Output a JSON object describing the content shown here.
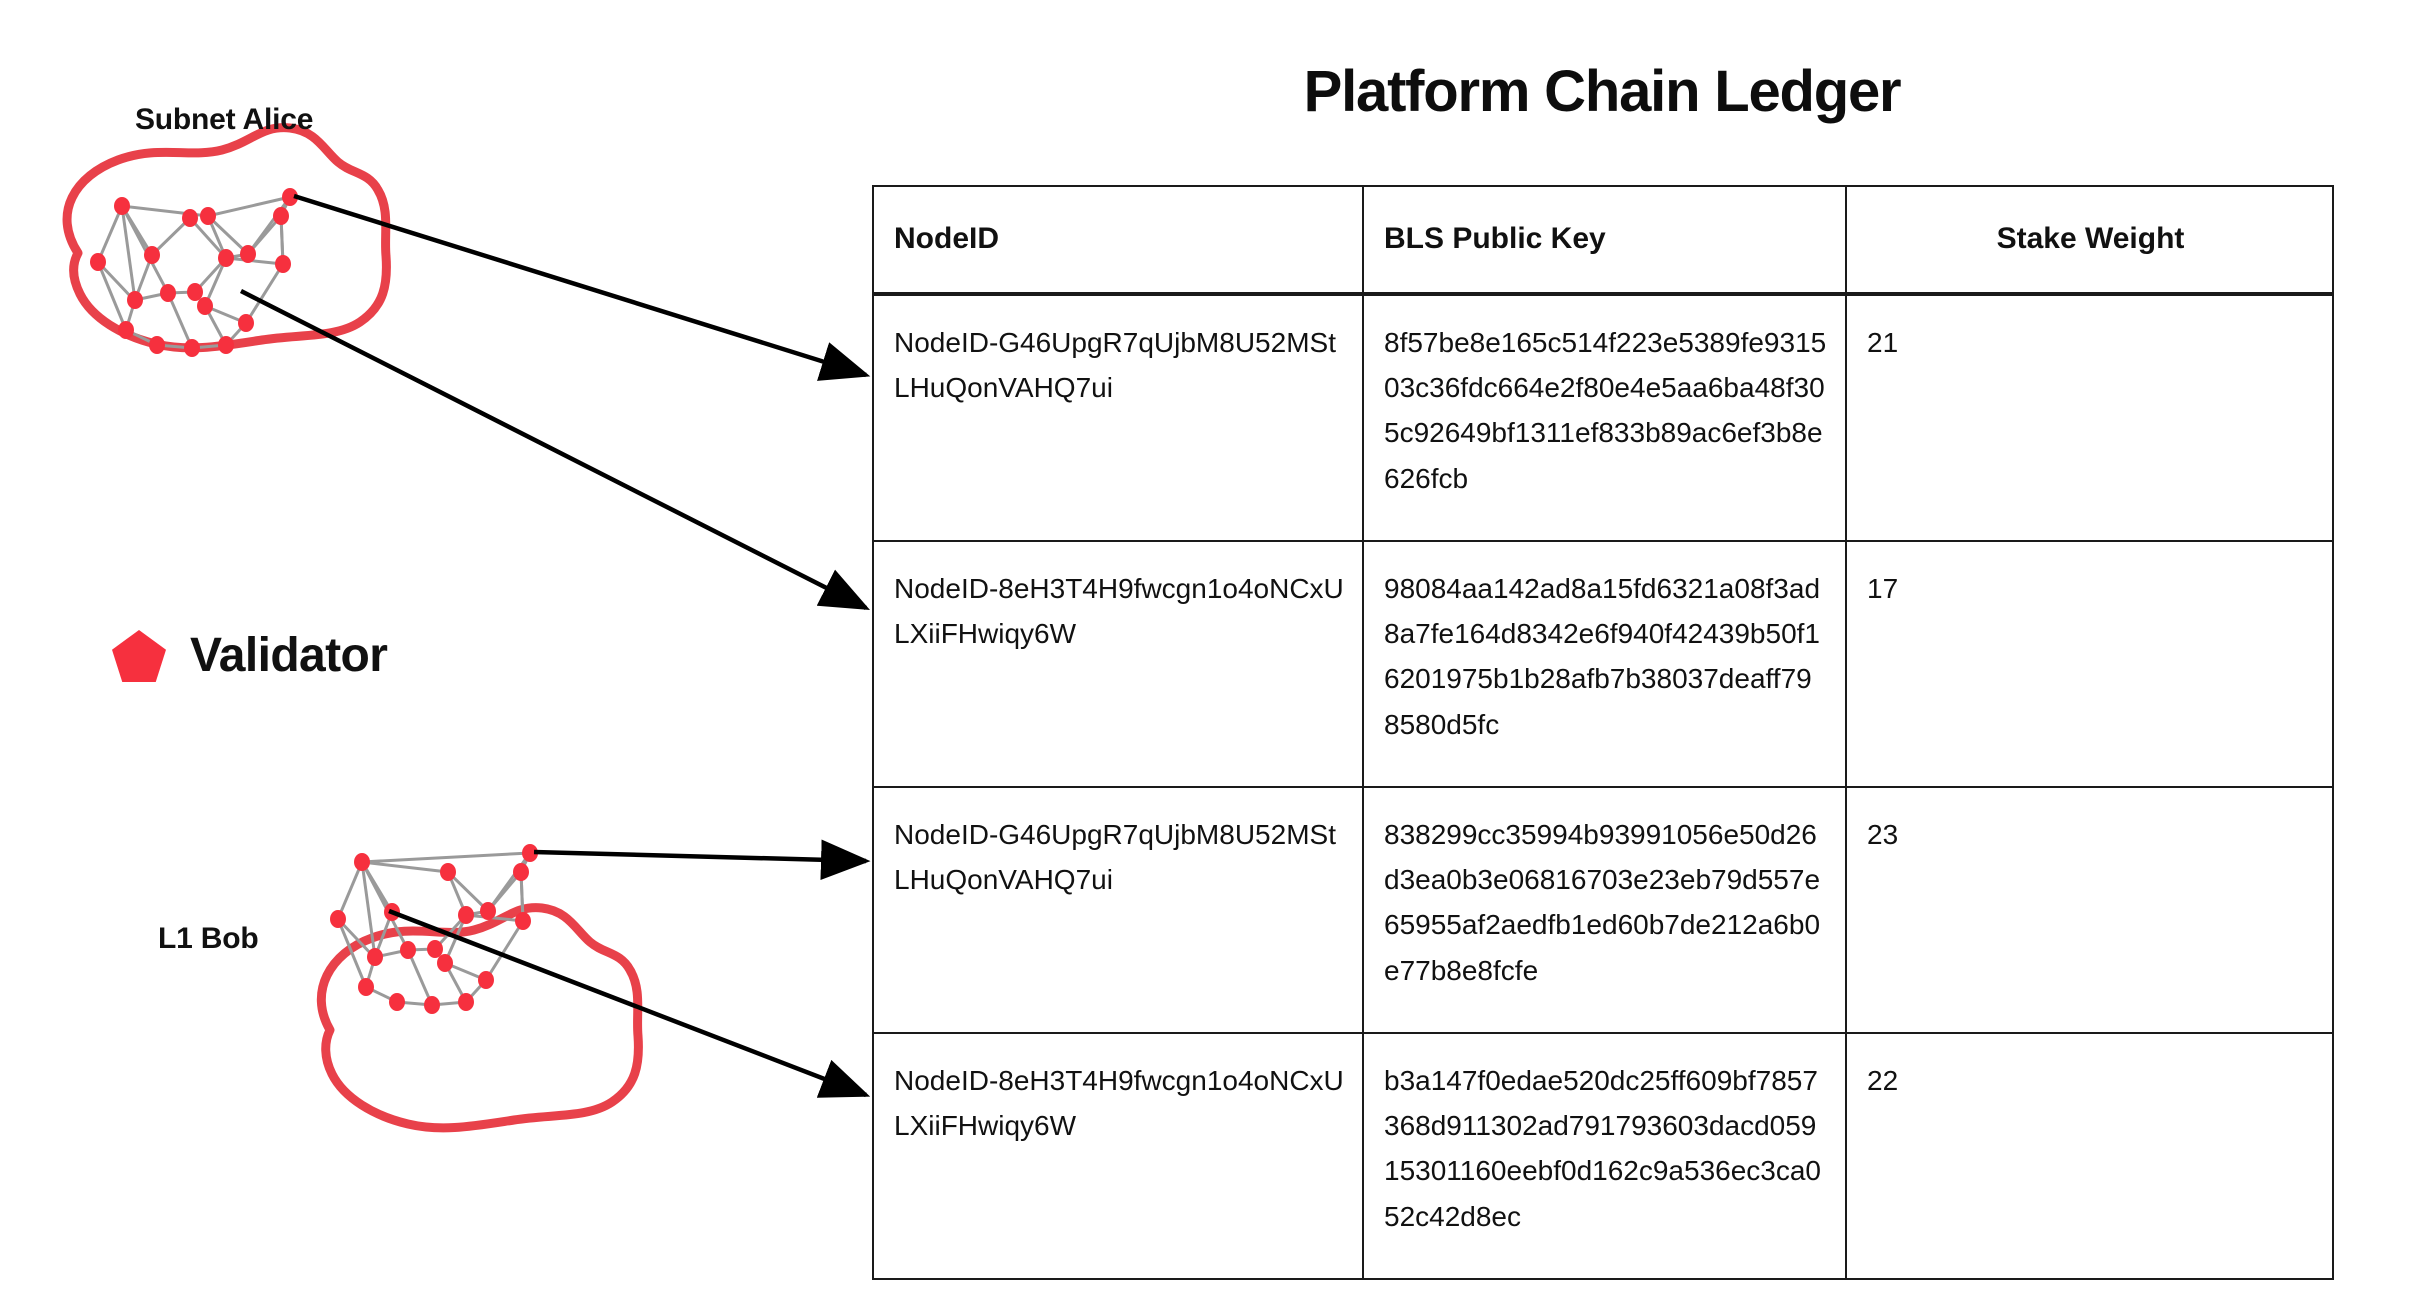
{
  "diagram": {
    "subnet_label": "Subnet Alice",
    "l1_label": "L1 Bob",
    "legend": {
      "icon": "pentagon-icon",
      "label": "Validator",
      "color": "#F6303E"
    },
    "blob_outline_color": "#E8414A",
    "node_color": "#F6303E",
    "edge_color": "#9a9a9a",
    "arrow_color": "#000000",
    "arrow_count": 4
  },
  "ledger": {
    "title": "Platform Chain Ledger",
    "columns": [
      "NodeID",
      "BLS Public Key",
      "Stake Weight"
    ],
    "rows": [
      {
        "node_id": "NodeID-G46UpgR7qUjbM8U52MStLHuQonVAHQ7ui",
        "bls_public_key": "8f57be8e165c514f223e5389fe931503c36fdc664e2f80e4e5aa6ba48f305c92649bf1311ef833b89ac6ef3b8e626fcb",
        "stake_weight": "21"
      },
      {
        "node_id": "NodeID-8eH3T4H9fwcgn1o4oNCxULXiiFHwiqy6W",
        "bls_public_key": "98084aa142ad8a15fd6321a08f3ad8a7fe164d8342e6f940f42439b50f16201975b1b28afb7b38037deaff798580d5fc",
        "stake_weight": "17"
      },
      {
        "node_id": "NodeID-G46UpgR7qUjbM8U52MStLHuQonVAHQ7ui",
        "bls_public_key": "838299cc35994b93991056e50d26d3ea0b3e06816703e23eb79d557e65955af2aedfb1ed60b7de212a6b0e77b8e8fcfe",
        "stake_weight": "23"
      },
      {
        "node_id": "NodeID-8eH3T4H9fwcgn1o4oNCxULXiiFHwiqy6W",
        "bls_public_key": "b3a147f0edae520dc25ff609bf7857368d911302ad791793603dacd05915301160eebf0d162c9a536ec3ca052c42d8ec",
        "stake_weight": "22"
      }
    ]
  }
}
